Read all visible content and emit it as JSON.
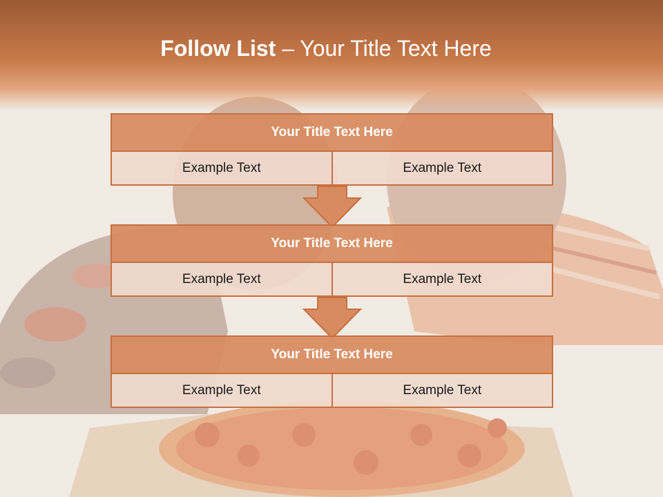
{
  "slide": {
    "title_bold": "Follow List",
    "title_rest": " – Your Title Text Here"
  },
  "steps": [
    {
      "title": "Your Title Text Here",
      "left": "Example Text",
      "right": "Example Text"
    },
    {
      "title": "Your Title Text Here",
      "left": "Example Text",
      "right": "Example Text"
    },
    {
      "title": "Your Title Text Here",
      "left": "Example Text",
      "right": "Example Text"
    }
  ],
  "colors": {
    "accent": "#d88b60",
    "border": "#c7703f",
    "cell": "#f0d9cd"
  }
}
